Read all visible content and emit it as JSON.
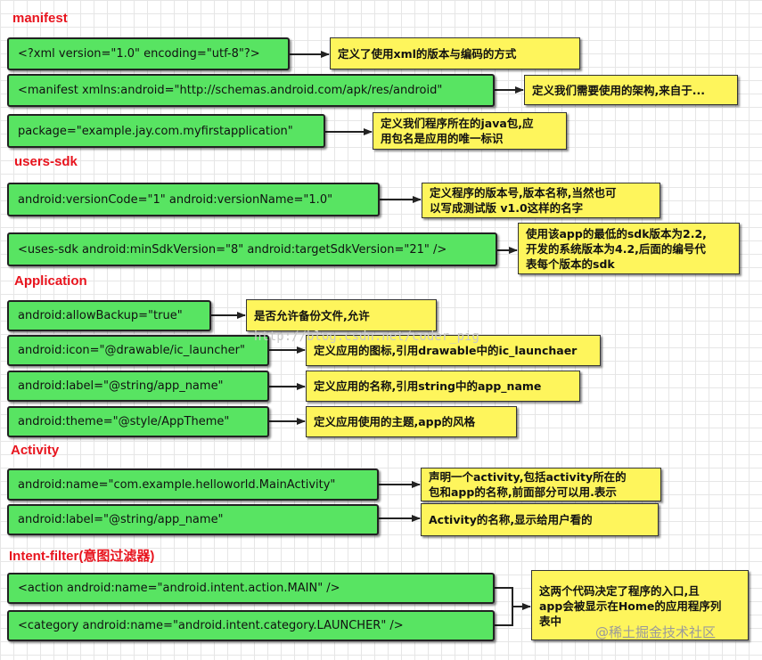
{
  "sections": {
    "manifest": "manifest",
    "users_sdk": "users-sdk",
    "application": "Application",
    "activity": "Activity",
    "intent_filter": "Intent-filter(意图过滤器)"
  },
  "nodes": {
    "xml_decl": "<?xml version=\"1.0\" encoding=\"utf-8\"?>",
    "manifest_xmlns": "<manifest xmlns:android=\"http://schemas.android.com/apk/res/android\"",
    "package": "package=\"example.jay.com.myfirstapplication\"",
    "version": "android:versionCode=\"1\"     android:versionName=\"1.0\"",
    "uses_sdk": "<uses-sdk  android:minSdkVersion=\"8\"  android:targetSdkVersion=\"21\" />",
    "allow_backup": "android:allowBackup=\"true\"",
    "icon": "android:icon=\"@drawable/ic_launcher\"",
    "app_label": "android:label=\"@string/app_name\"",
    "theme": "android:theme=\"@style/AppTheme\"",
    "activity_name": "android:name=\"com.example.helloworld.MainActivity\"",
    "activity_label": "android:label=\"@string/app_name\"",
    "action": "<action android:name=\"android.intent.action.MAIN\" />",
    "category": "<category android:name=\"android.intent.category.LAUNCHER\" />"
  },
  "notes": {
    "xml_decl": "定义了使用xml的版本与编码的方式",
    "manifest_xmlns": "定义我们需要使用的架构,来自于...",
    "package": "定义我们程序所在的java包,应\n用包名是应用的唯一标识",
    "version": "定义程序的版本号,版本名称,当然也可\n以写成测试版 v1.0这样的名字",
    "uses_sdk": "使用该app的最低的sdk版本为2.2,\n开发的系统版本为4.2,后面的编号代\n表每个版本的sdk",
    "allow_backup": "是否允许备份文件,允许",
    "icon": "定义应用的图标,引用drawable中的ic_launchaer",
    "app_label": "定义应用的名称,引用string中的app_name",
    "theme": "定义应用使用的主题,app的风格",
    "activity_name": "声明一个activity,包括activity所在的\n包和app的名称,前面部分可以用.表示",
    "activity_label": "Activity的名称,显示给用户看的",
    "intent": "这两个代码决定了程序的入口,且\napp会被显示在Home的应用程序列\n表中"
  },
  "watermark": "http://blog.csdn.net/coder_pig",
  "credit": "@稀土掘金技术社区",
  "colors": {
    "code_fill": "#58e462",
    "note_fill": "#fef55c",
    "header_text": "#e8141e"
  }
}
